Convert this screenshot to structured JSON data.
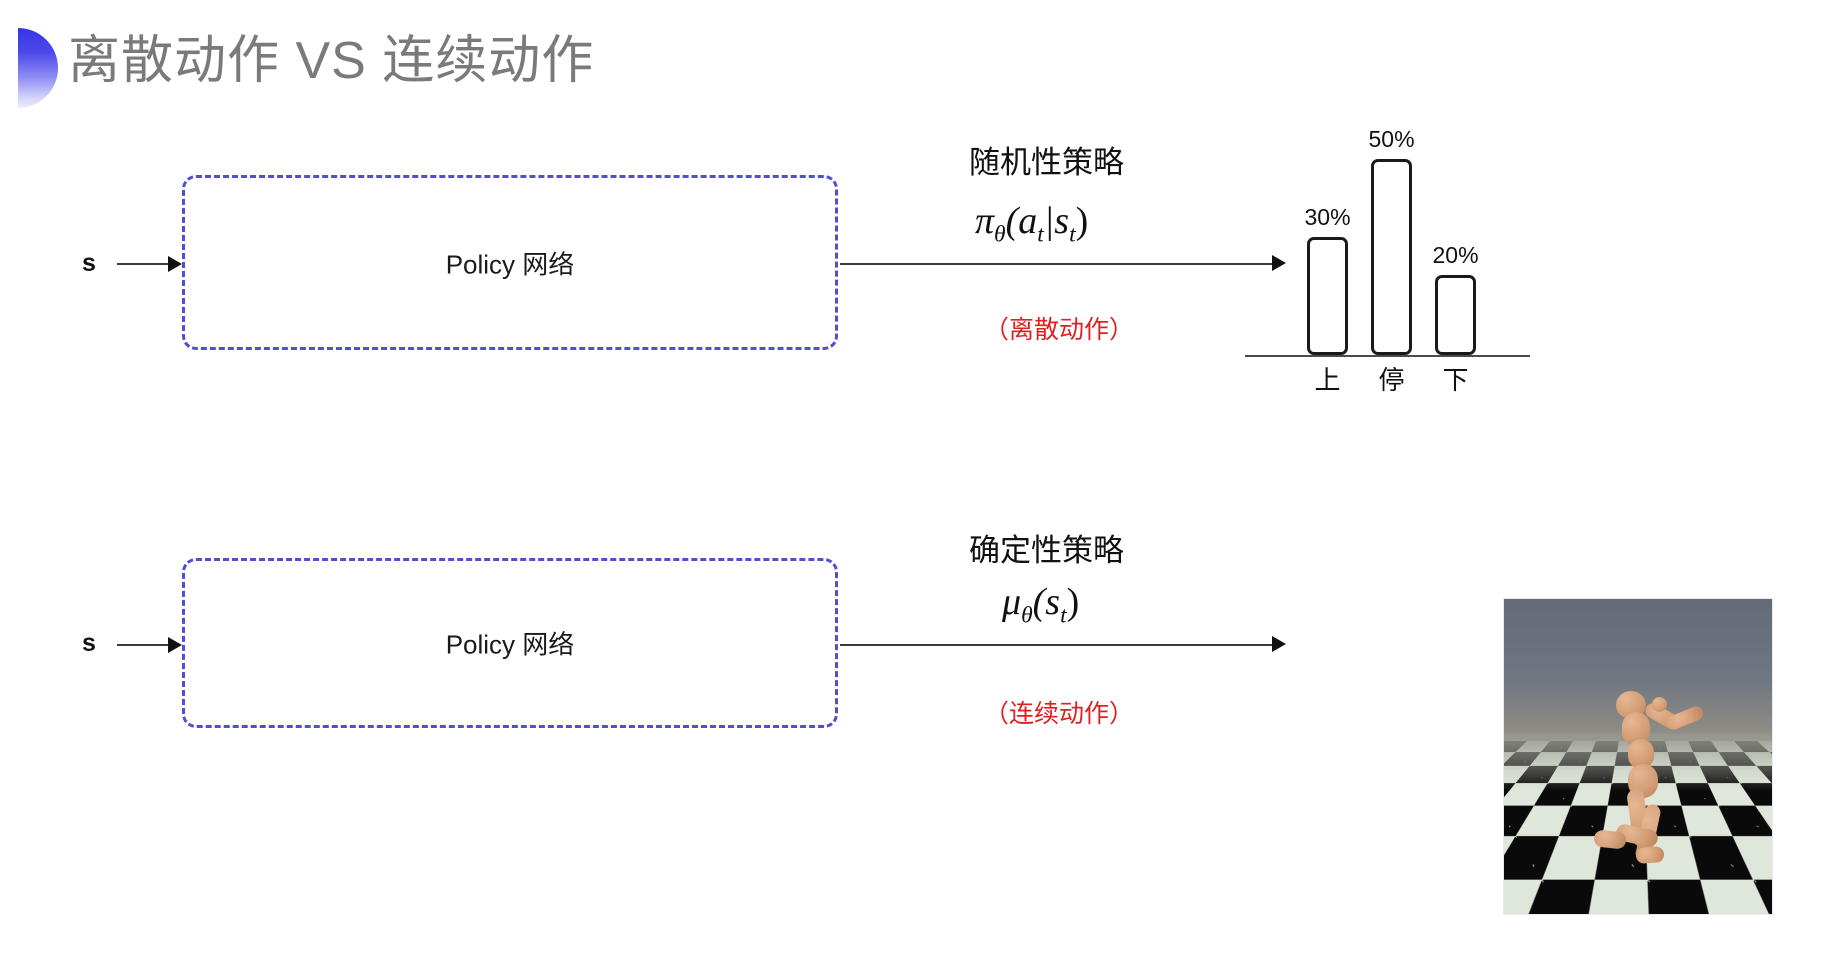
{
  "slide": {
    "title": "离散动作 VS 连续动作",
    "background_color": "#ffffff",
    "title_color": "#7a7a7a",
    "accent_color": "#3634e6"
  },
  "rows": {
    "discrete": {
      "input_label": "s",
      "box_label": "Policy 网络",
      "policy_type": "随机性策略",
      "formula_pi": "π",
      "formula_theta": "θ",
      "formula_args": "(a",
      "formula_sub_t1": "t",
      "formula_bar": "|s",
      "formula_sub_t2": "t",
      "formula_close": ")",
      "action_note": "（离散动作）",
      "action_note_color": "#e02020"
    },
    "continuous": {
      "input_label": "s",
      "box_label": "Policy 网络",
      "policy_type": "确定性策略",
      "formula_mu": "μ",
      "formula_theta": "θ",
      "formula_open": "(s",
      "formula_sub_t": "t",
      "formula_close": ")",
      "action_note": "（连续动作）",
      "action_note_color": "#e02020",
      "image_caption": "humanoid-simulation"
    }
  },
  "chart_data": {
    "type": "bar",
    "title": "",
    "categories": [
      "上",
      "停",
      "下"
    ],
    "values": [
      30,
      50,
      20
    ],
    "value_labels": [
      "30%",
      "50%",
      "20%"
    ],
    "xlabel": "",
    "ylabel": "",
    "ylim": [
      0,
      60
    ],
    "grid": false,
    "legend": "none",
    "bar_style": "outline",
    "bar_border_color": "#1a1a1a",
    "bar_fill_color": "#ffffff"
  }
}
